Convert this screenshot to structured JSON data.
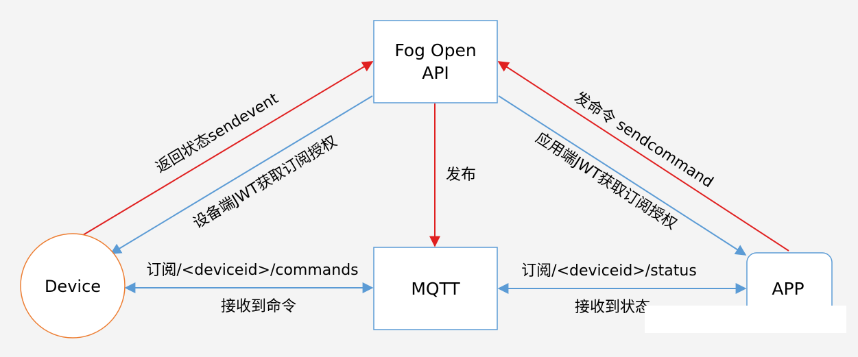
{
  "colors": {
    "background": "#f4f4f4",
    "node_fill": "#ffffff",
    "node_border": "#5b9bd5",
    "device_border": "#ed7d31",
    "red_arrow": "#e02020",
    "blue_arrow": "#5b9bd5"
  },
  "nodes": {
    "fog_api": {
      "line1": "Fog Open",
      "line2": "API"
    },
    "mqtt": {
      "label": "MQTT"
    },
    "device": {
      "label": "Device"
    },
    "app": {
      "label": "APP"
    }
  },
  "edges": {
    "device_to_api": {
      "label": "返回状态sendevent",
      "color": "red"
    },
    "api_to_device": {
      "label": "设备端JWT获取订阅授权",
      "color": "blue"
    },
    "app_to_api": {
      "label": "发命令 sendcommand",
      "color": "red"
    },
    "api_to_app": {
      "label": "应用端JWT获取订阅授权",
      "color": "blue"
    },
    "api_to_mqtt": {
      "label": "发布",
      "color": "red"
    },
    "device_mqtt_top": {
      "label": "订阅/<deviceid>/commands",
      "color": "blue"
    },
    "device_mqtt_bottom": {
      "label": "接收到命令"
    },
    "app_mqtt_top": {
      "label": "订阅/<deviceid>/status",
      "color": "blue"
    },
    "app_mqtt_bottom": {
      "label": "接收到状态"
    }
  }
}
